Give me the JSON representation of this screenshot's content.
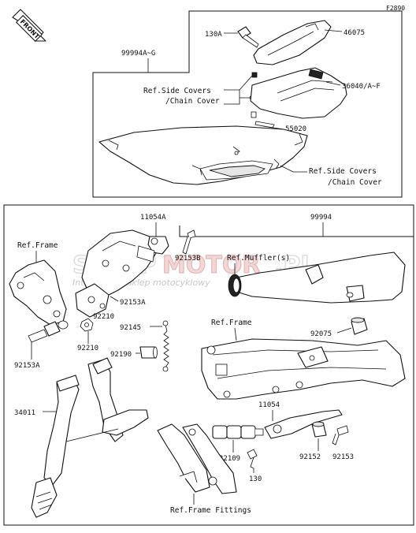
{
  "figure_code": "F2890",
  "front_label": "FRONT",
  "watermark": {
    "brand_left": "SKLEP",
    "brand_right": "MOTOR",
    "suffix": ".PL",
    "tagline": "Internetowy sklep motocyklowy"
  },
  "top_section": {
    "group_code": "99994A~G",
    "callouts": [
      {
        "code": "130A"
      },
      {
        "code": "46075"
      },
      {
        "code": "36040/A~F"
      },
      {
        "code": "55020"
      }
    ],
    "ref_side_covers_1": {
      "line1": "Ref.Side Covers",
      "line2": "/Chain Cover"
    },
    "ref_side_covers_2": {
      "line1": "Ref.Side Covers",
      "line2": "/Chain Cover"
    }
  },
  "bottom_section": {
    "group_code": "99994",
    "ref_frame_left": "Ref.Frame",
    "ref_frame_right": "Ref.Frame",
    "ref_mufflers": "Ref.Muffler(s)",
    "ref_frame_fittings": "Ref.Frame Fittings",
    "callouts": [
      {
        "code": "11054A"
      },
      {
        "code": "92153B"
      },
      {
        "code": "92153A"
      },
      {
        "code": "92210"
      },
      {
        "code": "92210"
      },
      {
        "code": "92153A"
      },
      {
        "code": "92145"
      },
      {
        "code": "92190"
      },
      {
        "code": "92075"
      },
      {
        "code": "34011"
      },
      {
        "code": "11054"
      },
      {
        "code": "32109"
      },
      {
        "code": "92152"
      },
      {
        "code": "92153"
      },
      {
        "code": "130"
      }
    ]
  }
}
